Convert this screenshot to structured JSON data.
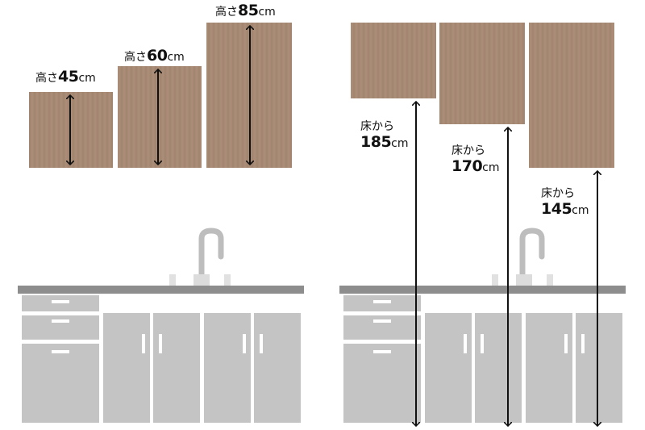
{
  "colors": {
    "wood": "#a88a74",
    "wood_grain": "#9a7c66",
    "counter": "#8d8d8d",
    "cabinet": "#c4c4c4",
    "handle": "#ffffff",
    "arrow": "#111111"
  },
  "height_labels": [
    {
      "prefix": "高さ",
      "value": "45",
      "unit": "cm"
    },
    {
      "prefix": "高さ",
      "value": "60",
      "unit": "cm"
    },
    {
      "prefix": "高さ",
      "value": "85",
      "unit": "cm"
    }
  ],
  "floor_labels": [
    {
      "prefix": "床から",
      "value": "185",
      "unit": "cm"
    },
    {
      "prefix": "床から",
      "value": "170",
      "unit": "cm"
    },
    {
      "prefix": "床から",
      "value": "145",
      "unit": "cm"
    }
  ]
}
